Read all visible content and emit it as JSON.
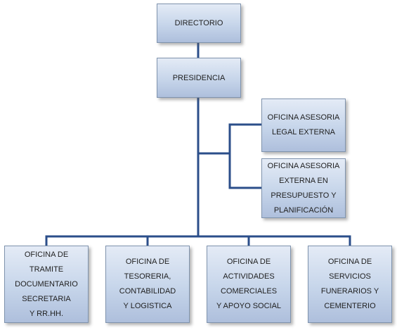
{
  "org_chart": {
    "directorio": "DIRECTORIO",
    "presidencia": "PRESIDENCIA",
    "asesoria_legal": "OFICINA ASESORIA\nLEGAL EXTERNA",
    "asesoria_presupuesto": "OFICINA ASESORIA\nEXTERNA EN\nPRESUPUESTO Y\nPLANIFICACIÓN",
    "tramite": "OFICINA  DE\nTRAMITE\nDOCUMENTARIO\nSECRETARIA\nY  RR.HH.",
    "tesoreria": "OFICINA DE\nTESORERIA,\nCONTABILIDAD\nY LOGISTICA",
    "actividades": "OFICINA DE\nACTIVIDADES\nCOMERCIALES\nY APOYO SOCIAL",
    "funerarios": "OFICINA DE\nSERVICIOS\nFUNERARIOS  Y\nCEMENTERIO"
  },
  "colors": {
    "connector": "#2b4e8a",
    "box_border": "#7f93ad",
    "box_fill_top": "#e4ebf6",
    "box_fill_bottom": "#aebfdc"
  }
}
